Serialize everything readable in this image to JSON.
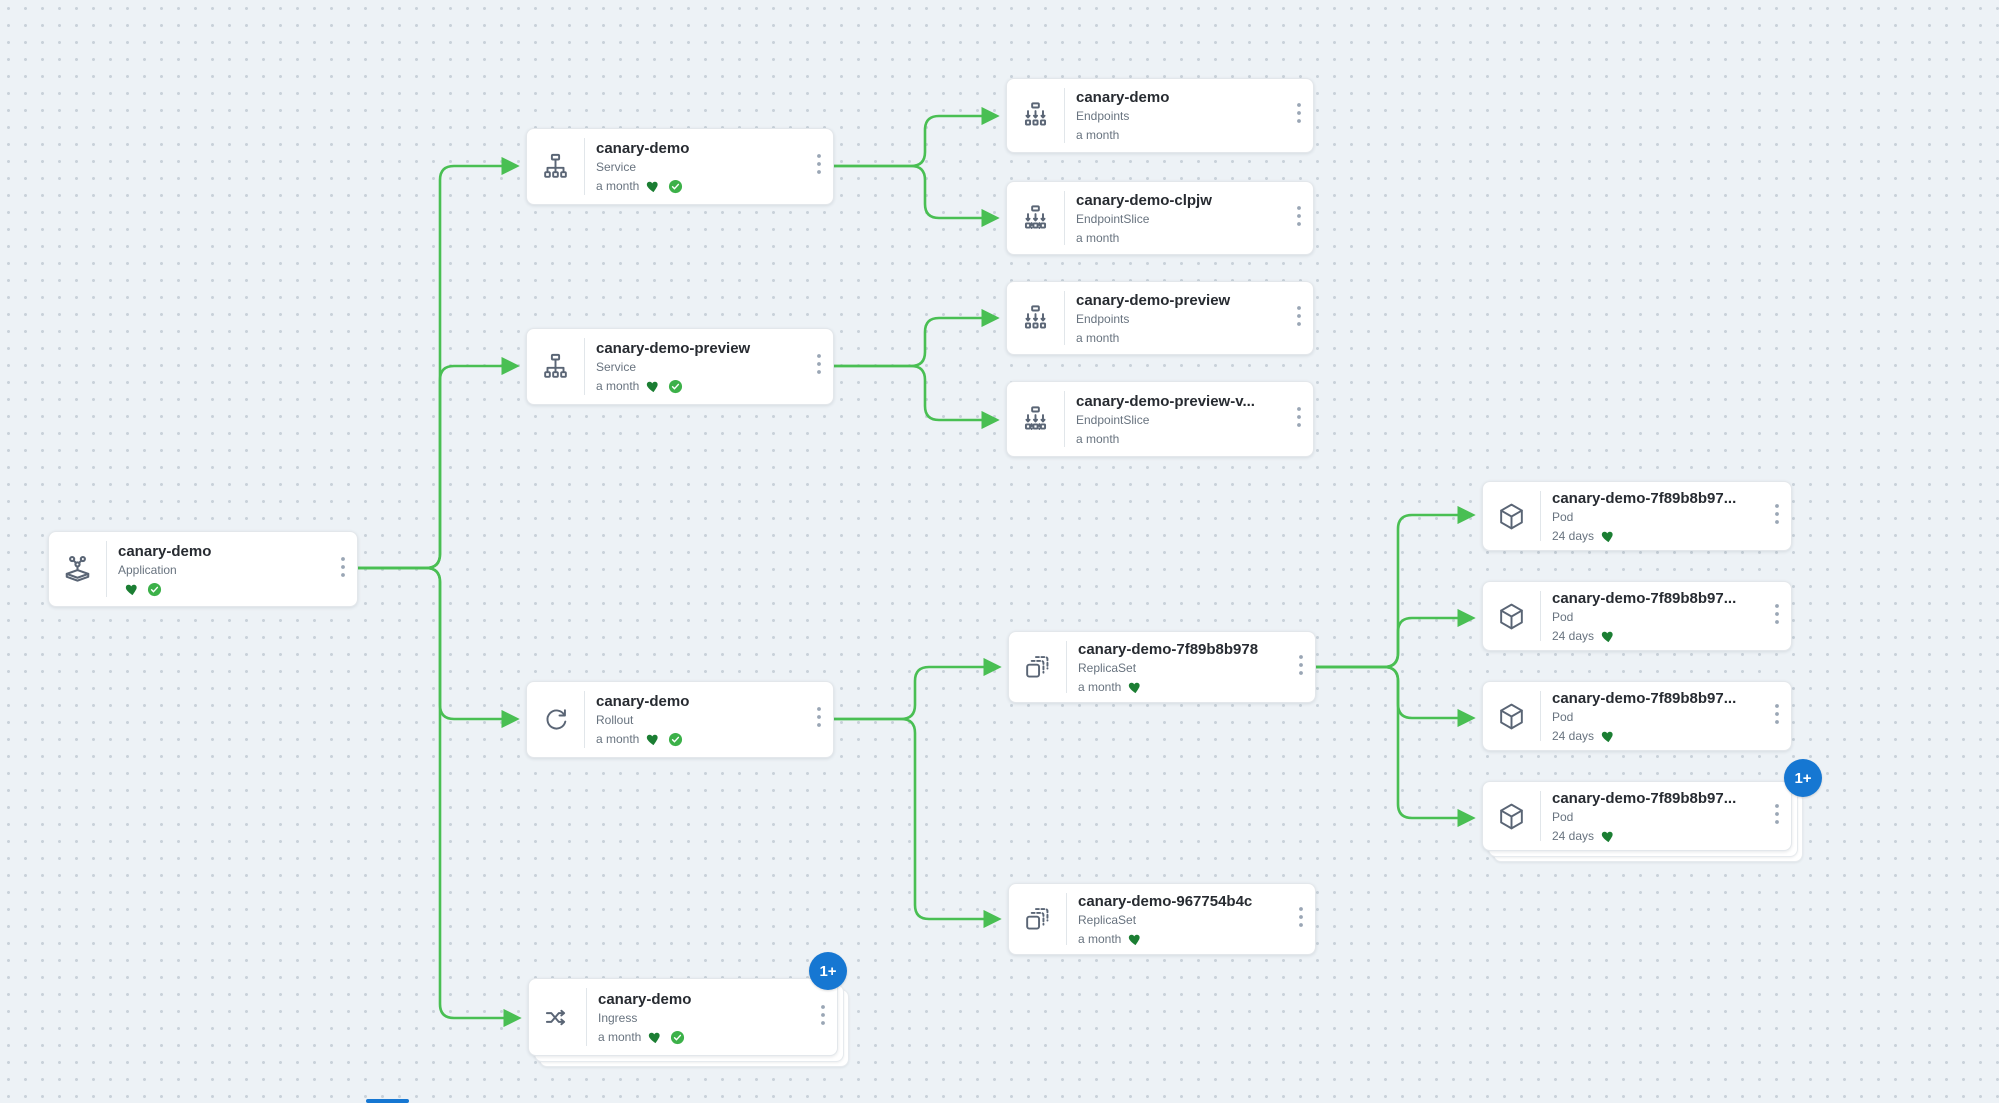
{
  "canvas": {
    "edge_color": "#49bf53",
    "badge_color": "#1677d2",
    "heart_color": "#1b7e33",
    "check_color": "#3cb149",
    "icon_color": "#5a6575"
  },
  "nodes": [
    {
      "id": "app",
      "label": "canary-demo",
      "kind": "Application",
      "age": "",
      "health": [
        "healthy",
        "synced"
      ],
      "icon": "application-icon"
    },
    {
      "id": "svc1",
      "label": "canary-demo",
      "kind": "Service",
      "age": "a month",
      "health": [
        "healthy",
        "synced"
      ],
      "icon": "service-icon"
    },
    {
      "id": "ep1",
      "label": "canary-demo",
      "kind": "Endpoints",
      "age": "a month",
      "health": [],
      "icon": "endpoints-icon"
    },
    {
      "id": "eps1",
      "label": "canary-demo-clpjw",
      "kind": "EndpointSlice",
      "age": "a month",
      "health": [],
      "icon": "endpointslice-icon"
    },
    {
      "id": "svc2",
      "label": "canary-demo-preview",
      "kind": "Service",
      "age": "a month",
      "health": [
        "healthy",
        "synced"
      ],
      "icon": "service-icon"
    },
    {
      "id": "ep2",
      "label": "canary-demo-preview",
      "kind": "Endpoints",
      "age": "a month",
      "health": [],
      "icon": "endpoints-icon"
    },
    {
      "id": "eps2",
      "label": "canary-demo-preview-v...",
      "kind": "EndpointSlice",
      "age": "a month",
      "health": [],
      "icon": "endpointslice-icon"
    },
    {
      "id": "rollout",
      "label": "canary-demo",
      "kind": "Rollout",
      "age": "a month",
      "health": [
        "healthy",
        "synced"
      ],
      "icon": "rollout-icon"
    },
    {
      "id": "rs1",
      "label": "canary-demo-7f89b8b978",
      "kind": "ReplicaSet",
      "age": "a month",
      "health": [
        "healthy"
      ],
      "icon": "replicaset-icon"
    },
    {
      "id": "pod1",
      "label": "canary-demo-7f89b8b97...",
      "kind": "Pod",
      "age": "24 days",
      "health": [
        "healthy"
      ],
      "icon": "pod-icon"
    },
    {
      "id": "pod2",
      "label": "canary-demo-7f89b8b97...",
      "kind": "Pod",
      "age": "24 days",
      "health": [
        "healthy"
      ],
      "icon": "pod-icon"
    },
    {
      "id": "pod3",
      "label": "canary-demo-7f89b8b97...",
      "kind": "Pod",
      "age": "24 days",
      "health": [
        "healthy"
      ],
      "icon": "pod-icon"
    },
    {
      "id": "pod4",
      "label": "canary-demo-7f89b8b97...",
      "kind": "Pod",
      "age": "24 days",
      "health": [
        "healthy"
      ],
      "icon": "pod-icon",
      "badge": "1+",
      "stacked": true
    },
    {
      "id": "rs2",
      "label": "canary-demo-967754b4c",
      "kind": "ReplicaSet",
      "age": "a month",
      "health": [
        "healthy"
      ],
      "icon": "replicaset-icon"
    },
    {
      "id": "ingress",
      "label": "canary-demo",
      "kind": "Ingress",
      "age": "a month",
      "health": [
        "healthy",
        "synced"
      ],
      "icon": "ingress-icon",
      "badge": "1+",
      "stacked": true
    }
  ]
}
